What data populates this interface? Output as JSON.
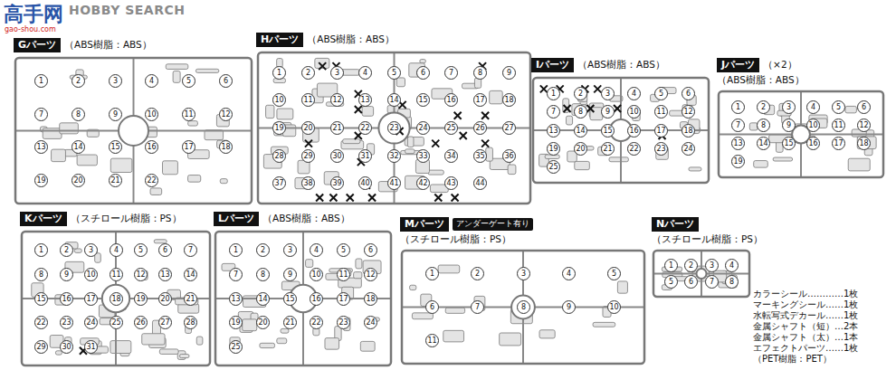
{
  "diagram": {
    "nodes": [
      {
        "text": [
          "Gパーツ",
          "（ABS樹脂：ABS）"
        ]
      },
      {
        "text": [
          "Hパーツ",
          "（ABS樹脂：ABS）"
        ]
      },
      {
        "text": [
          "Iパーツ",
          "（ABS樹脂：ABS）"
        ]
      },
      {
        "text": [
          "Jパーツ",
          "（×2）",
          "（ABS樹脂：ABS）"
        ]
      },
      {
        "text": [
          "Kパーツ",
          "（スチロール樹脂：PS）"
        ]
      },
      {
        "text": [
          "Lパーツ",
          "（ABS樹脂：ABS）"
        ]
      },
      {
        "text": [
          "Mパーツ",
          "アンダーゲート有り",
          "（スチロール樹脂：PS）"
        ]
      },
      {
        "text": [
          "Nパーツ",
          "（スチロール樹脂：PS）"
        ]
      }
    ],
    "labels": [
      "HOBBY SEARCH",
      "高手网",
      "gao-shou.com",
      "カラーシール…………1枚",
      "マーキングシール……1枚",
      "水転写式デカール……1枚",
      "金属シャフト（短）…2本",
      "金属シャフト（太）…1本",
      "エフェクトパーツ……1枚",
      "（PET樹脂：PET）",
      "1",
      "2",
      "3",
      "4",
      "5",
      "6",
      "7",
      "8",
      "9",
      "10",
      "11",
      "12",
      "13",
      "14",
      "15",
      "16",
      "17",
      "18",
      "19",
      "20",
      "21",
      "22",
      "1",
      "2",
      "3",
      "4",
      "5",
      "6",
      "7",
      "8",
      "9",
      "10",
      "11",
      "12",
      "13",
      "14",
      "15",
      "16",
      "17",
      "18",
      "19",
      "20",
      "21",
      "22",
      "23",
      "24",
      "25",
      "26",
      "27",
      "28",
      "29",
      "30",
      "31",
      "32",
      "33",
      "34",
      "35",
      "36",
      "37",
      "38",
      "39",
      "40",
      "41",
      "42",
      "43",
      "44",
      "1",
      "2",
      "3",
      "4",
      "5",
      "6",
      "7",
      "8",
      "9",
      "10",
      "11",
      "12",
      "13",
      "14",
      "15",
      "16",
      "17",
      "18",
      "19",
      "20",
      "21",
      "22",
      "23",
      "24",
      "25",
      "1",
      "2",
      "3",
      "4",
      "5",
      "6",
      "7",
      "8",
      "9",
      "10",
      "11",
      "12",
      "13",
      "14",
      "15",
      "16",
      "17",
      "18",
      "19",
      "1",
      "2",
      "3",
      "4",
      "5",
      "6",
      "7",
      "8",
      "9",
      "10",
      "11",
      "12",
      "13",
      "14",
      "15",
      "16",
      "17",
      "18",
      "19",
      "20",
      "21",
      "22",
      "23",
      "24",
      "25",
      "26",
      "27",
      "28",
      "29",
      "30",
      "31",
      "1",
      "2",
      "3",
      "4",
      "5",
      "6",
      "7",
      "8",
      "9",
      "10",
      "11",
      "12",
      "13",
      "14",
      "15",
      "16",
      "17",
      "18",
      "19",
      "20",
      "21",
      "22",
      "23",
      "24",
      "25",
      "1",
      "2",
      "3",
      "4",
      "5",
      "6",
      "7",
      "8",
      "9",
      "10",
      "11",
      "1",
      "2",
      "3",
      "4",
      "5",
      "6",
      "7",
      "8"
    ]
  }
}
